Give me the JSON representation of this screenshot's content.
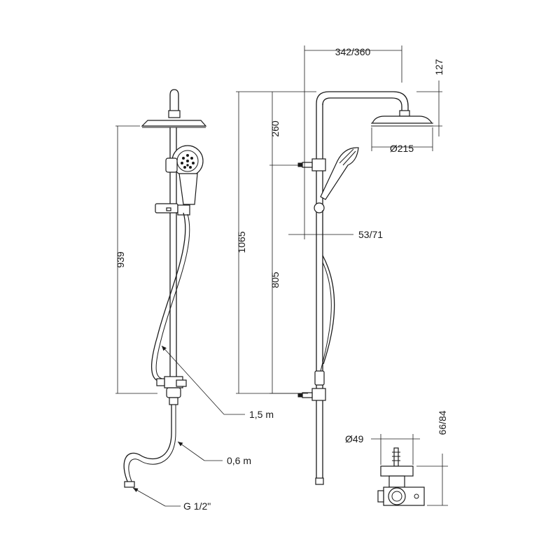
{
  "dimensions": {
    "side_total_height": "939",
    "front_total_height": "1065",
    "front_lower_height": "805",
    "front_upper_height": "260",
    "arm_reach": "342/360",
    "head_drop": "127",
    "head_diameter": "Ø215",
    "bracket_offset": "53/71",
    "valve_diameter": "Ø49",
    "valve_depth": "66/84"
  },
  "callouts": {
    "hose_length": "1,5 m",
    "connector_hose_length": "0,6 m",
    "thread": "G 1/2\""
  }
}
